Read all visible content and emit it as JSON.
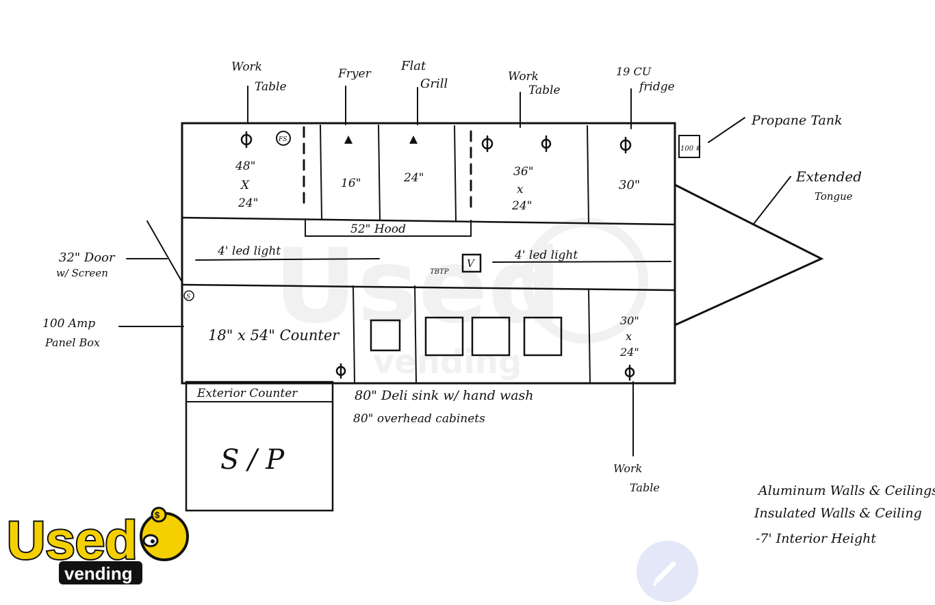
{
  "labels": {
    "work_table_left_1": "Work",
    "work_table_left_2": "Table",
    "fryer": "Fryer",
    "flat_grill_1": "Flat",
    "flat_grill_2": "Grill",
    "work_table_mid_1": "Work",
    "work_table_mid_2": "Table",
    "fridge_1": "19 CU",
    "fridge_2": "fridge",
    "propane_tank": "Propane Tank",
    "propane_size": "100 #",
    "tongue_1": "Extended",
    "tongue_2": "Tongue",
    "dim_48": "48\"",
    "dim_x1": "X",
    "dim_24a": "24\"",
    "fs": "FS",
    "dim_16": "16\"",
    "dim_24b": "24\"",
    "dim_36": "36\"",
    "dim_x2": "x",
    "dim_24c": "24\"",
    "dim_30": "30\"",
    "hood": "52\" Hood",
    "led_left": "4' led light",
    "led_right": "4' led light",
    "vent": "V",
    "tbtp": "TBTP",
    "door_1": "32\" Door",
    "door_2": "w/ Screen",
    "panel_1": "100 Amp",
    "panel_2": "Panel Box",
    "s_mark": "S",
    "counter": "18\" x 54\" Counter",
    "dim_30b": "30\"",
    "dim_x3": "x",
    "dim_24d": "24\"",
    "ext_counter": "Exterior Counter",
    "sp": "S / P",
    "sink_1": "80\" Deli sink w/ hand wash",
    "sink_2": "80\" overhead cabinets",
    "work_table_bottom_1": "Work",
    "work_table_bottom_2": "Table",
    "notes_1": "Aluminum Walls & Ceilings",
    "notes_2": "Insulated Walls & Ceiling",
    "notes_3": "-7' Interior Height",
    "watermark_1": "Used",
    "watermark_2": "vending"
  },
  "logo": {
    "word": "Used",
    "sub": "vending",
    "coin": "$",
    "colors": {
      "fill": "#f5d000",
      "outline": "#111111",
      "sub_bg": "#111111",
      "sub_fg": "#ffffff"
    }
  },
  "icons": {
    "fab": "pencil-icon"
  }
}
